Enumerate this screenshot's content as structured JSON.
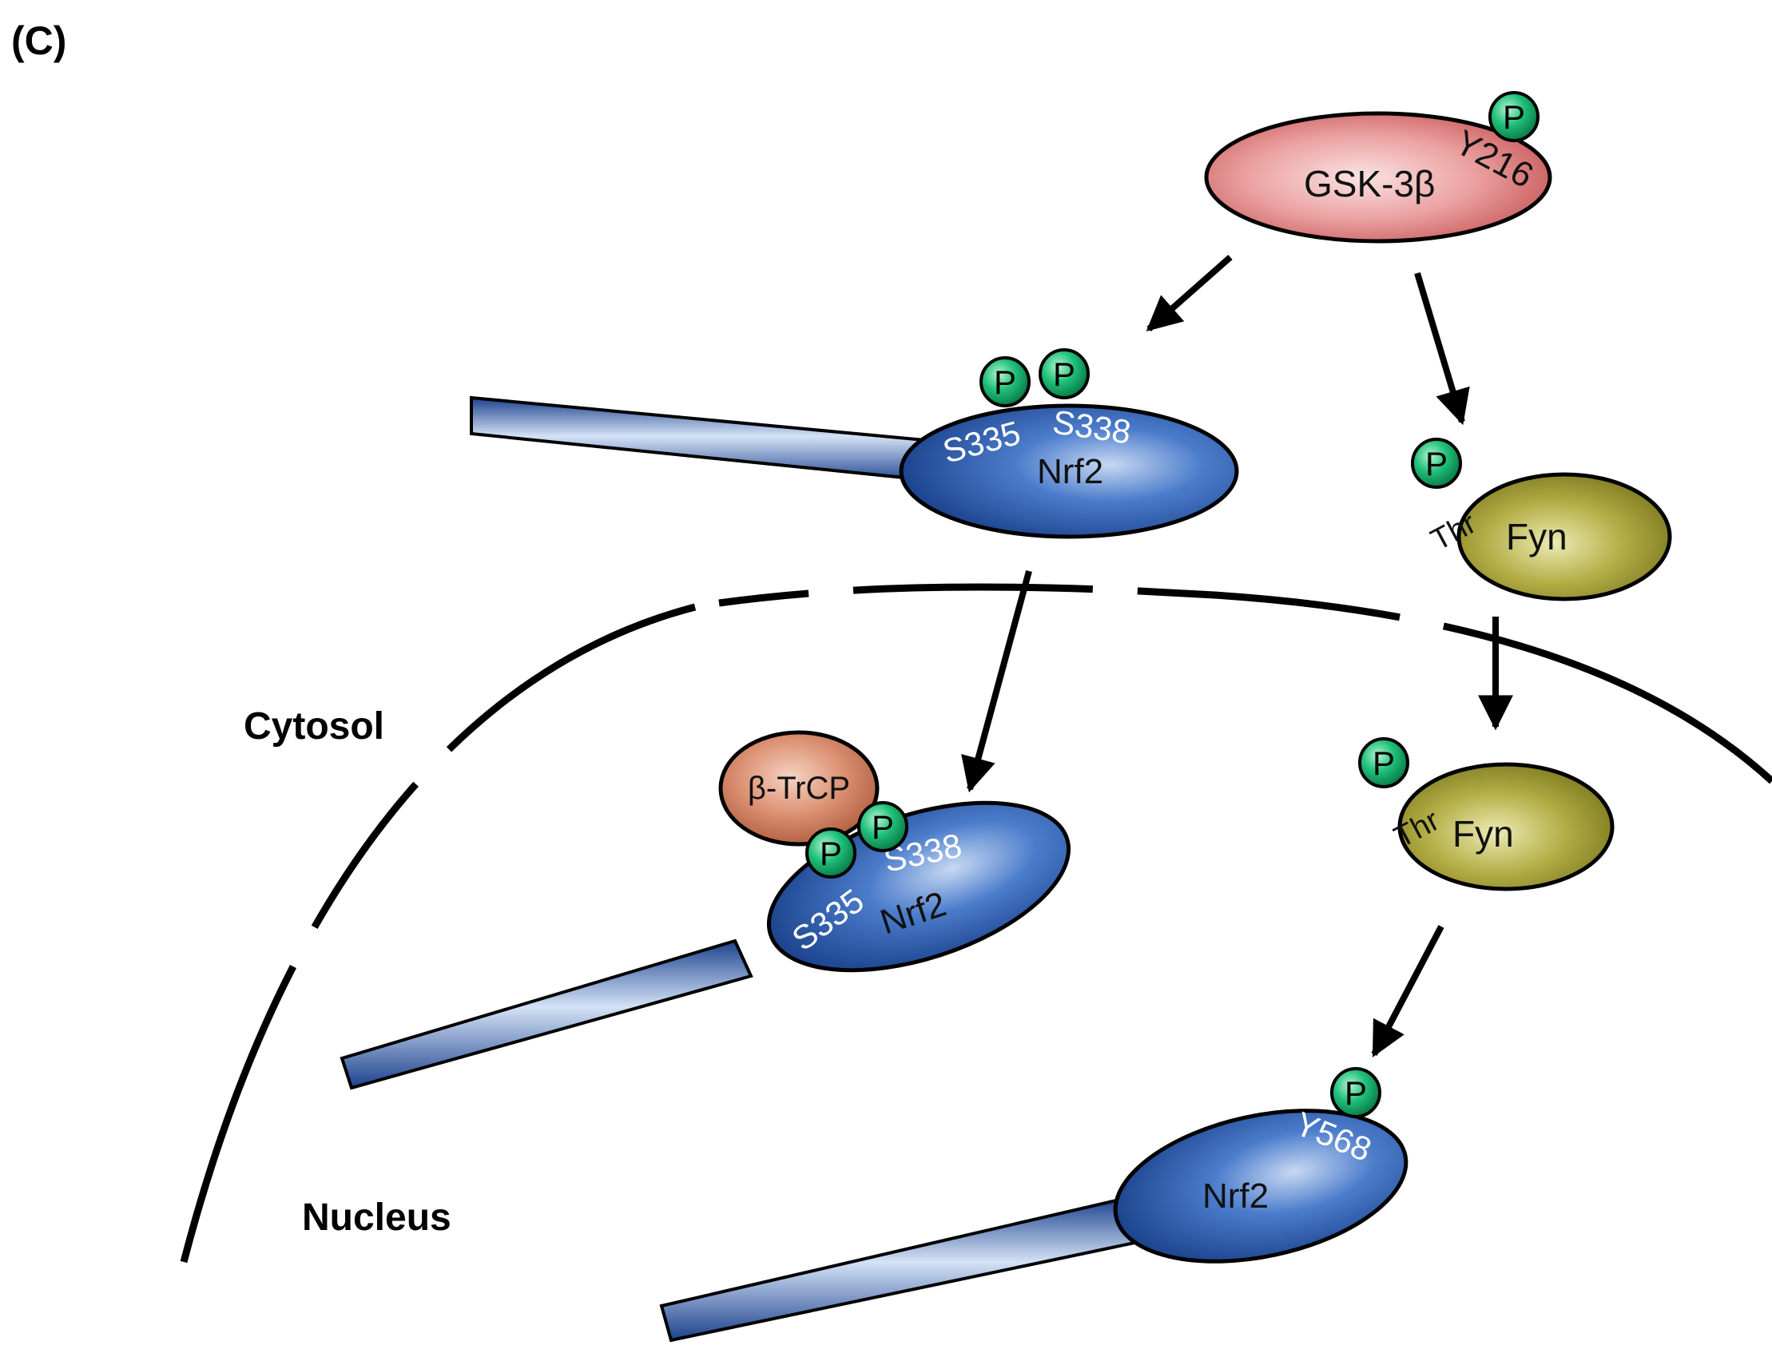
{
  "panel_label": "(C)",
  "regions": {
    "cytosol": "Cytosol",
    "nucleus": "Nucleus"
  },
  "phospho_symbol": "P",
  "proteins": {
    "gsk3b": {
      "name": "GSK-3β",
      "site": "Y216"
    },
    "nrf2_a": {
      "name": "Nrf2",
      "site1": "S335",
      "site2": "S338"
    },
    "fyn_a": {
      "name": "Fyn",
      "site": "Thr"
    },
    "btrcp": {
      "name": "β-TrCP"
    },
    "nrf2_b": {
      "name": "Nrf2",
      "site1": "S335",
      "site2": "S338"
    },
    "fyn_b": {
      "name": "Fyn",
      "site": "Thr"
    },
    "nrf2_c": {
      "name": "Nrf2",
      "site": "Y568"
    }
  },
  "colors": {
    "gsk3b": "#e07f7f",
    "nrf2": "#2d5db4",
    "fyn": "#a7a33c",
    "btrcp": "#d9876b",
    "phospho": "#17b06b"
  }
}
